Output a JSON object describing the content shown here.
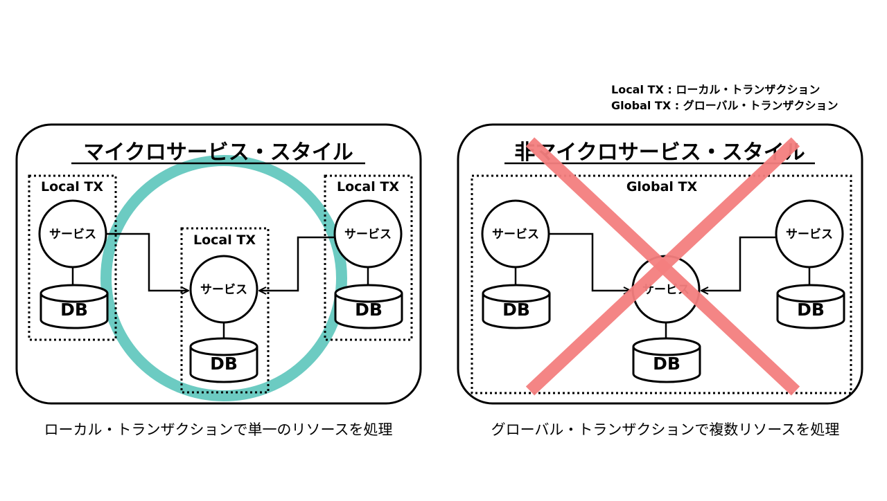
{
  "legend": {
    "local": "Local TX : ローカル・トランザクション",
    "global": "Global TX : グローバル・トランザクション"
  },
  "left_panel": {
    "title": "マイクロサービス・スタイル",
    "tx_labels": [
      "Local TX",
      "Local TX",
      "Local TX"
    ],
    "service_label": "サービス",
    "db_label": "DB",
    "caption": "ローカル・トランザクションで単一のリソースを処理",
    "highlight_color": "#6ccbc2"
  },
  "right_panel": {
    "title": "非マイクロサービス・スタイル",
    "tx_label": "Global TX",
    "service_label": "サービス",
    "db_label": "DB",
    "caption": "グローバル・トランザクションで複数リソースを処理",
    "cross_color": "#f47f7f"
  }
}
